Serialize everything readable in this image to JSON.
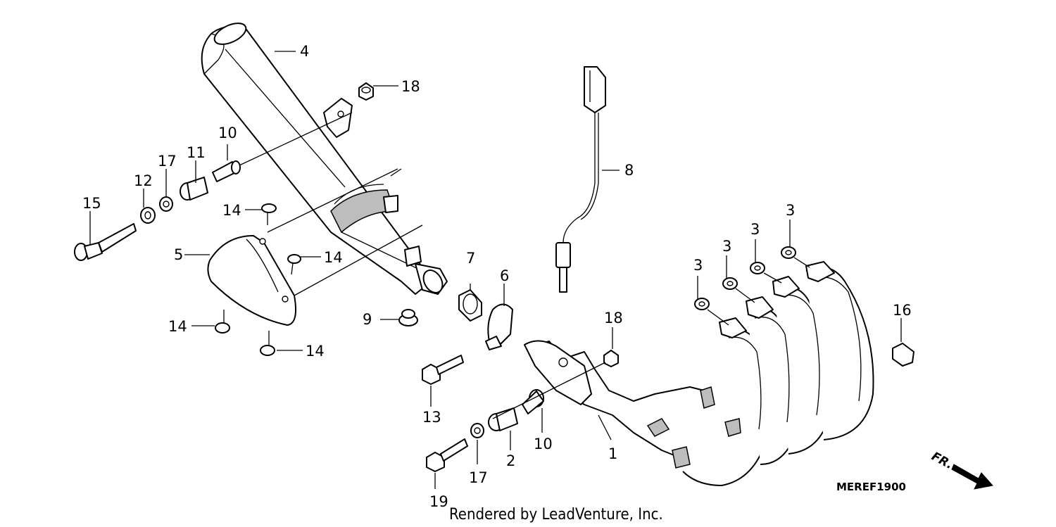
{
  "diagram": {
    "code": "MEREF1900",
    "credit": "Rendered by LeadVenture, Inc.",
    "direction_label": "FR.",
    "callouts": [
      {
        "id": "1",
        "label": "1"
      },
      {
        "id": "2",
        "label": "2"
      },
      {
        "id": "3a",
        "label": "3"
      },
      {
        "id": "3b",
        "label": "3"
      },
      {
        "id": "3c",
        "label": "3"
      },
      {
        "id": "3d",
        "label": "3"
      },
      {
        "id": "4",
        "label": "4"
      },
      {
        "id": "5",
        "label": "5"
      },
      {
        "id": "6",
        "label": "6"
      },
      {
        "id": "7",
        "label": "7"
      },
      {
        "id": "8",
        "label": "8"
      },
      {
        "id": "9",
        "label": "9"
      },
      {
        "id": "10a",
        "label": "10"
      },
      {
        "id": "10b",
        "label": "10"
      },
      {
        "id": "11",
        "label": "11"
      },
      {
        "id": "12",
        "label": "12"
      },
      {
        "id": "13",
        "label": "13"
      },
      {
        "id": "14a",
        "label": "14"
      },
      {
        "id": "14b",
        "label": "14"
      },
      {
        "id": "14c",
        "label": "14"
      },
      {
        "id": "14d",
        "label": "14"
      },
      {
        "id": "15",
        "label": "15"
      },
      {
        "id": "16",
        "label": "16"
      },
      {
        "id": "17a",
        "label": "17"
      },
      {
        "id": "17b",
        "label": "17"
      },
      {
        "id": "18a",
        "label": "18"
      },
      {
        "id": "18b",
        "label": "18"
      },
      {
        "id": "19",
        "label": "19"
      }
    ]
  }
}
